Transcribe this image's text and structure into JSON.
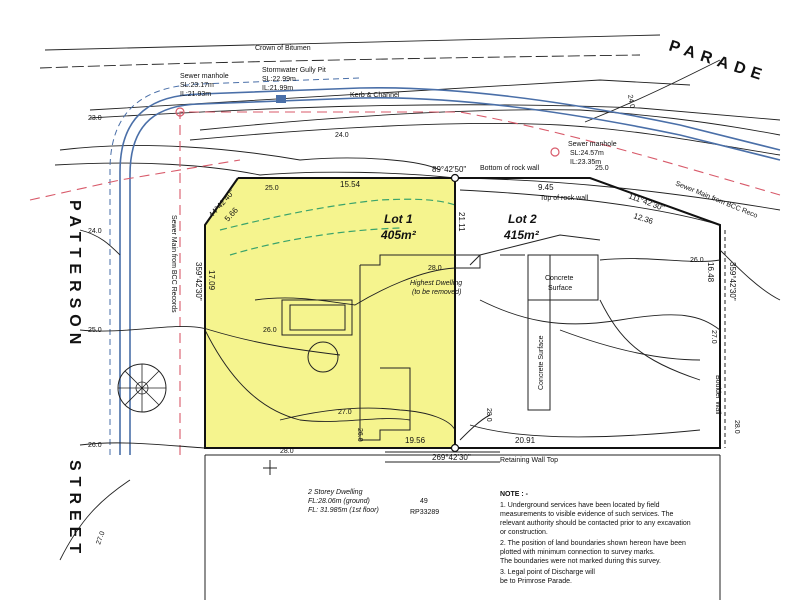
{
  "roads": {
    "parade": "PARADE",
    "patterson": "PATTERSON",
    "street": "STREET"
  },
  "features": {
    "crown": "Crown of Bitumen",
    "kerb": "Kerb & Channel",
    "sewer_mh1": [
      "Sewer manhole",
      "SL:23.17m",
      "IL:21.93m"
    ],
    "gully": [
      "Stormwater Gully Pit",
      "SL:22.99m",
      "IL:21.99m"
    ],
    "sewer_mh2": [
      "Sewer manhole",
      "SL:24.57m",
      "IL:23.35m"
    ],
    "sewer_main_right": "Sewer Main from BCC Reco",
    "sewer_main_left": "Sewer Main from BCC Records",
    "rock_wall_bottom": "Bottom of rock wall",
    "rock_wall_top": "Top of rock wall",
    "highest_dwelling": [
      "Highest Dwelling",
      "(to be removed)"
    ],
    "concrete_surface_1": [
      "Concrete",
      "Surface"
    ],
    "concrete_surface_2": "Concrete Surface",
    "boulder_wall": "Boulder Wall",
    "retaining_wall": "Retaining Wall Top",
    "dwelling": [
      "2 Storey Dwelling",
      "FL:28.06m (ground)",
      "FL: 31.985m (1st floor)"
    ],
    "lot_no": "49",
    "rp": "RP33289"
  },
  "lots": [
    {
      "name": "Lot 1",
      "area": "405m²"
    },
    {
      "name": "Lot 2",
      "area": "415m²"
    }
  ],
  "bearings": {
    "top_mid": "89°42'50\"",
    "top_right": "111°42'30\"",
    "corner": "44°42'40\"",
    "left": "359°42'30\"",
    "right": "359°42'30\"",
    "bottom": "269°42'30\""
  },
  "distances": {
    "top_lot1": "15.54",
    "top_lot2": "9.45",
    "top_right": "12.36",
    "corner": "5.66",
    "left": "17.09",
    "mid": "21.11",
    "right": "16.48",
    "bottom_lot1": "19.56",
    "bottom_lot2": "20.91"
  },
  "contours": [
    "23.0",
    "24.0",
    "25.0",
    "26.0",
    "27.0",
    "28.0",
    "24.0",
    "25.0",
    "25.0",
    "26.0",
    "27.0",
    "28.0",
    "26.0",
    "27.0",
    "28.0",
    "28.0",
    "26.0",
    "24.0"
  ],
  "notes": {
    "title": "NOTE : -",
    "items": [
      "1. Underground services have been located by field",
      "measurements to visible evidence of such services. The",
      "relevant authority should be contacted prior to any excavation",
      "or construction.",
      "2. The position of land boundaries shown hereon have been",
      "plotted with minimum connection to survey marks.",
      "The boundaries were not marked during this survey.",
      "3. Legal point of Discharge will",
      "be to Primrose Parade."
    ]
  },
  "colors": {
    "lot1_highlight": "#f3f27a",
    "kerb_blue": "#4a6fa8",
    "sewer_red": "#d85a6a",
    "boundary": "#111111",
    "green_line": "#3aa36b"
  }
}
